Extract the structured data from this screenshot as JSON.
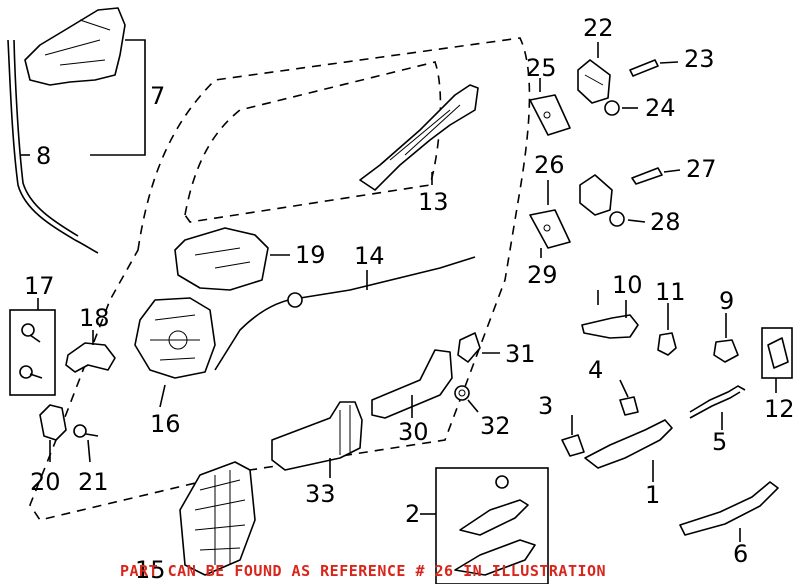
{
  "callouts": {
    "c1": "1",
    "c2": "2",
    "c3": "3",
    "c4": "4",
    "c5": "5",
    "c6": "6",
    "c7": "7",
    "c8": "8",
    "c9": "9",
    "c10": "10",
    "c11": "11",
    "c12": "12",
    "c13": "13",
    "c14": "14",
    "c15": "15",
    "c16": "16",
    "c17": "17",
    "c18": "18",
    "c19": "19",
    "c20": "20",
    "c21": "21",
    "c22": "22",
    "c23": "23",
    "c24": "24",
    "c25": "25",
    "c26": "26",
    "c27": "27",
    "c28": "28",
    "c29": "29",
    "c30": "30",
    "c31": "31",
    "c32": "32",
    "c33": "33"
  },
  "caption": "PART CAN BE FOUND AS REFERENCE # 26 IN ILLUSTRATION",
  "colors": {
    "caption": "#d9261c",
    "lines": "#000000",
    "background": "#ffffff"
  }
}
